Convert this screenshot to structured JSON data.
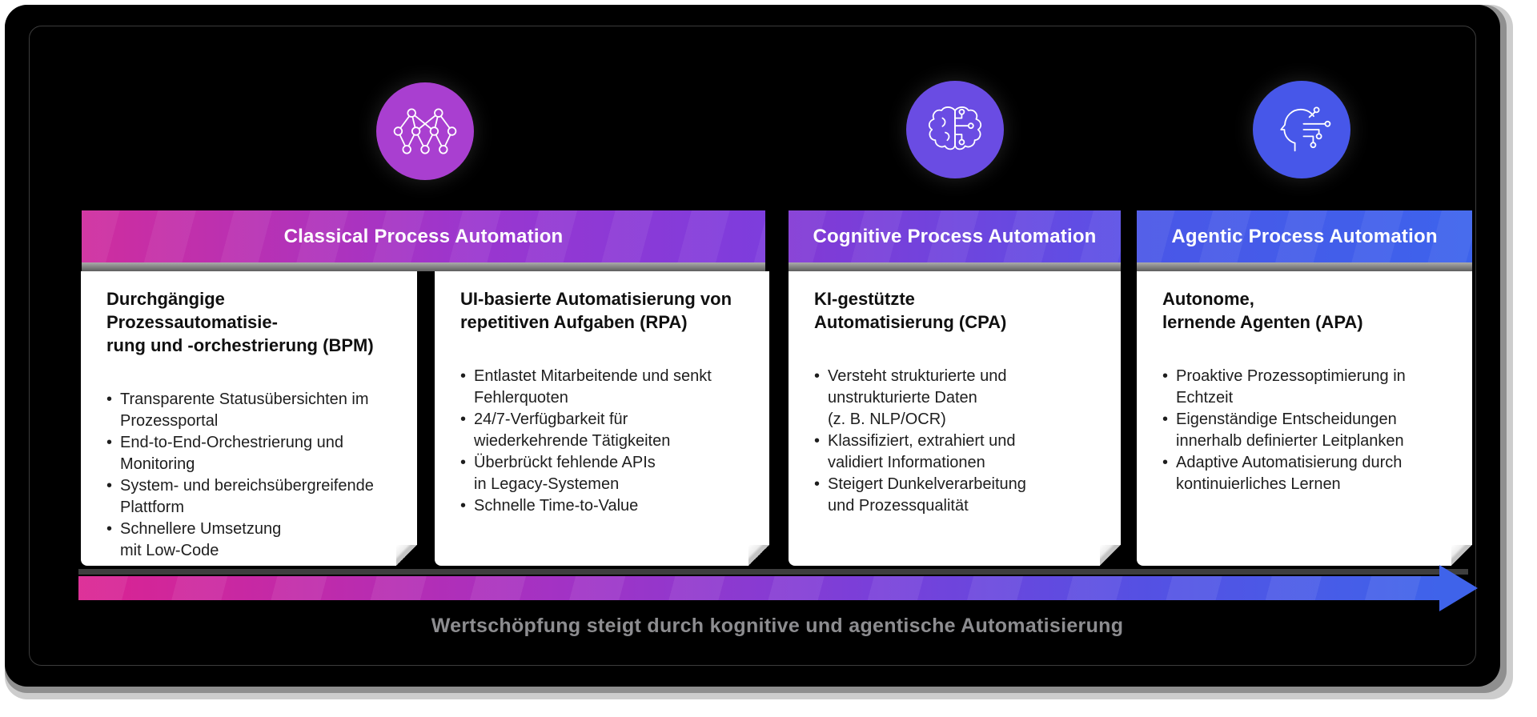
{
  "diagram": {
    "stages": [
      {
        "header": "Classical Process Automation",
        "icon": "neural-network-icon",
        "icon_color": "#a93fd0",
        "header_gradient": [
          "#cf2d9e",
          "#7d3ddd"
        ]
      },
      {
        "header": "Cognitive Process Automation",
        "icon": "brain-circuit-icon",
        "icon_color": "#6a4ce3",
        "header_gradient": [
          "#8339d5",
          "#5b50e6"
        ]
      },
      {
        "header": "Agentic Process Automation",
        "icon": "head-circuit-icon",
        "icon_color": "#4757e9",
        "header_gradient": [
          "#4a56e7",
          "#3d63ec"
        ]
      }
    ],
    "cards": [
      {
        "title": "Durchgängige Prozessautomatisie-\nrung und -orchestrierung (BPM)",
        "bullets": [
          "Transparente Statusübersichten im\nProzessportal",
          "End-to-End-Orchestrierung und\nMonitoring",
          "System- und bereichsübergreifende\nPlattform",
          "Schnellere Umsetzung\nmit Low-Code"
        ]
      },
      {
        "title": "UI-basierte Automatisierung von\nrepetitiven Aufgaben (RPA)",
        "bullets": [
          "Entlastet Mitarbeitende und senkt\nFehlerquoten",
          "24/7-Verfügbarkeit für\nwiederkehrende Tätigkeiten",
          "Überbrückt fehlende APIs\nin Legacy-Systemen",
          "Schnelle Time-to-Value"
        ]
      },
      {
        "title": "KI-gestützte\nAutomatisierung (CPA)",
        "bullets": [
          "Versteht strukturierte und\nunstrukturierte Daten\n(z. B. NLP/OCR)",
          "Klassifiziert, extrahiert und\nvalidiert Informationen",
          "Steigert Dunkelverarbeitung\nund Prozessqualität"
        ]
      },
      {
        "title": "Autonome,\nlernende Agenten (APA)",
        "bullets": [
          "Proaktive Prozessoptimierung in\nEchtzeit",
          "Eigenständige Entscheidungen\ninnerhalb definierter Leitplanken",
          "Adaptive Automatisierung durch\nkontinuierliches Lernen"
        ]
      }
    ],
    "arrow": {
      "caption": "Wertschöpfung steigt durch kognitive und agentische Automatisierung",
      "gradient": [
        "#db2391",
        "#7a3fd9",
        "#3f63ea"
      ],
      "caption_color": "#8d8d90"
    },
    "background_color": "#000000"
  }
}
